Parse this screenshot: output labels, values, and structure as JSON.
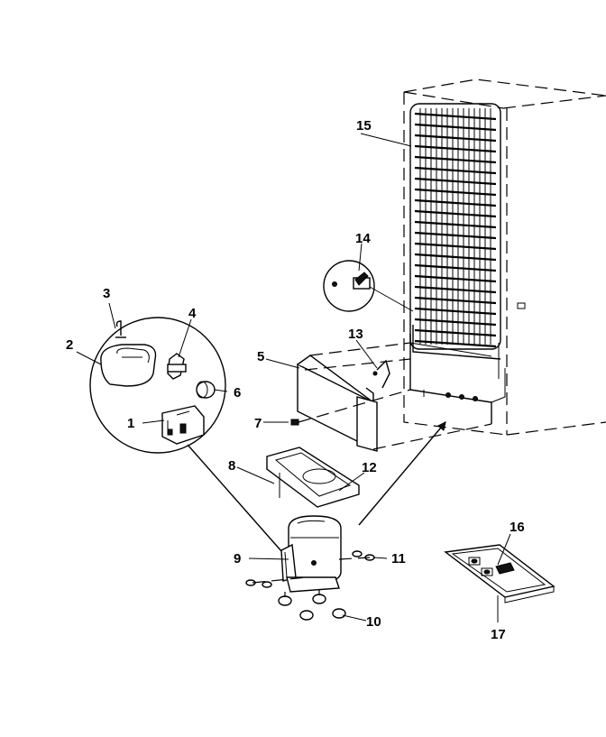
{
  "diagram": {
    "labels": {
      "p1": "1",
      "p2": "2",
      "p3": "3",
      "p4": "4",
      "p5": "5",
      "p6": "6",
      "p7": "7",
      "p8": "8",
      "p9": "9",
      "p10": "10",
      "p11": "11",
      "p12": "12",
      "p13": "13",
      "p14": "14",
      "p15": "15",
      "p16": "16",
      "p17": "17"
    }
  }
}
